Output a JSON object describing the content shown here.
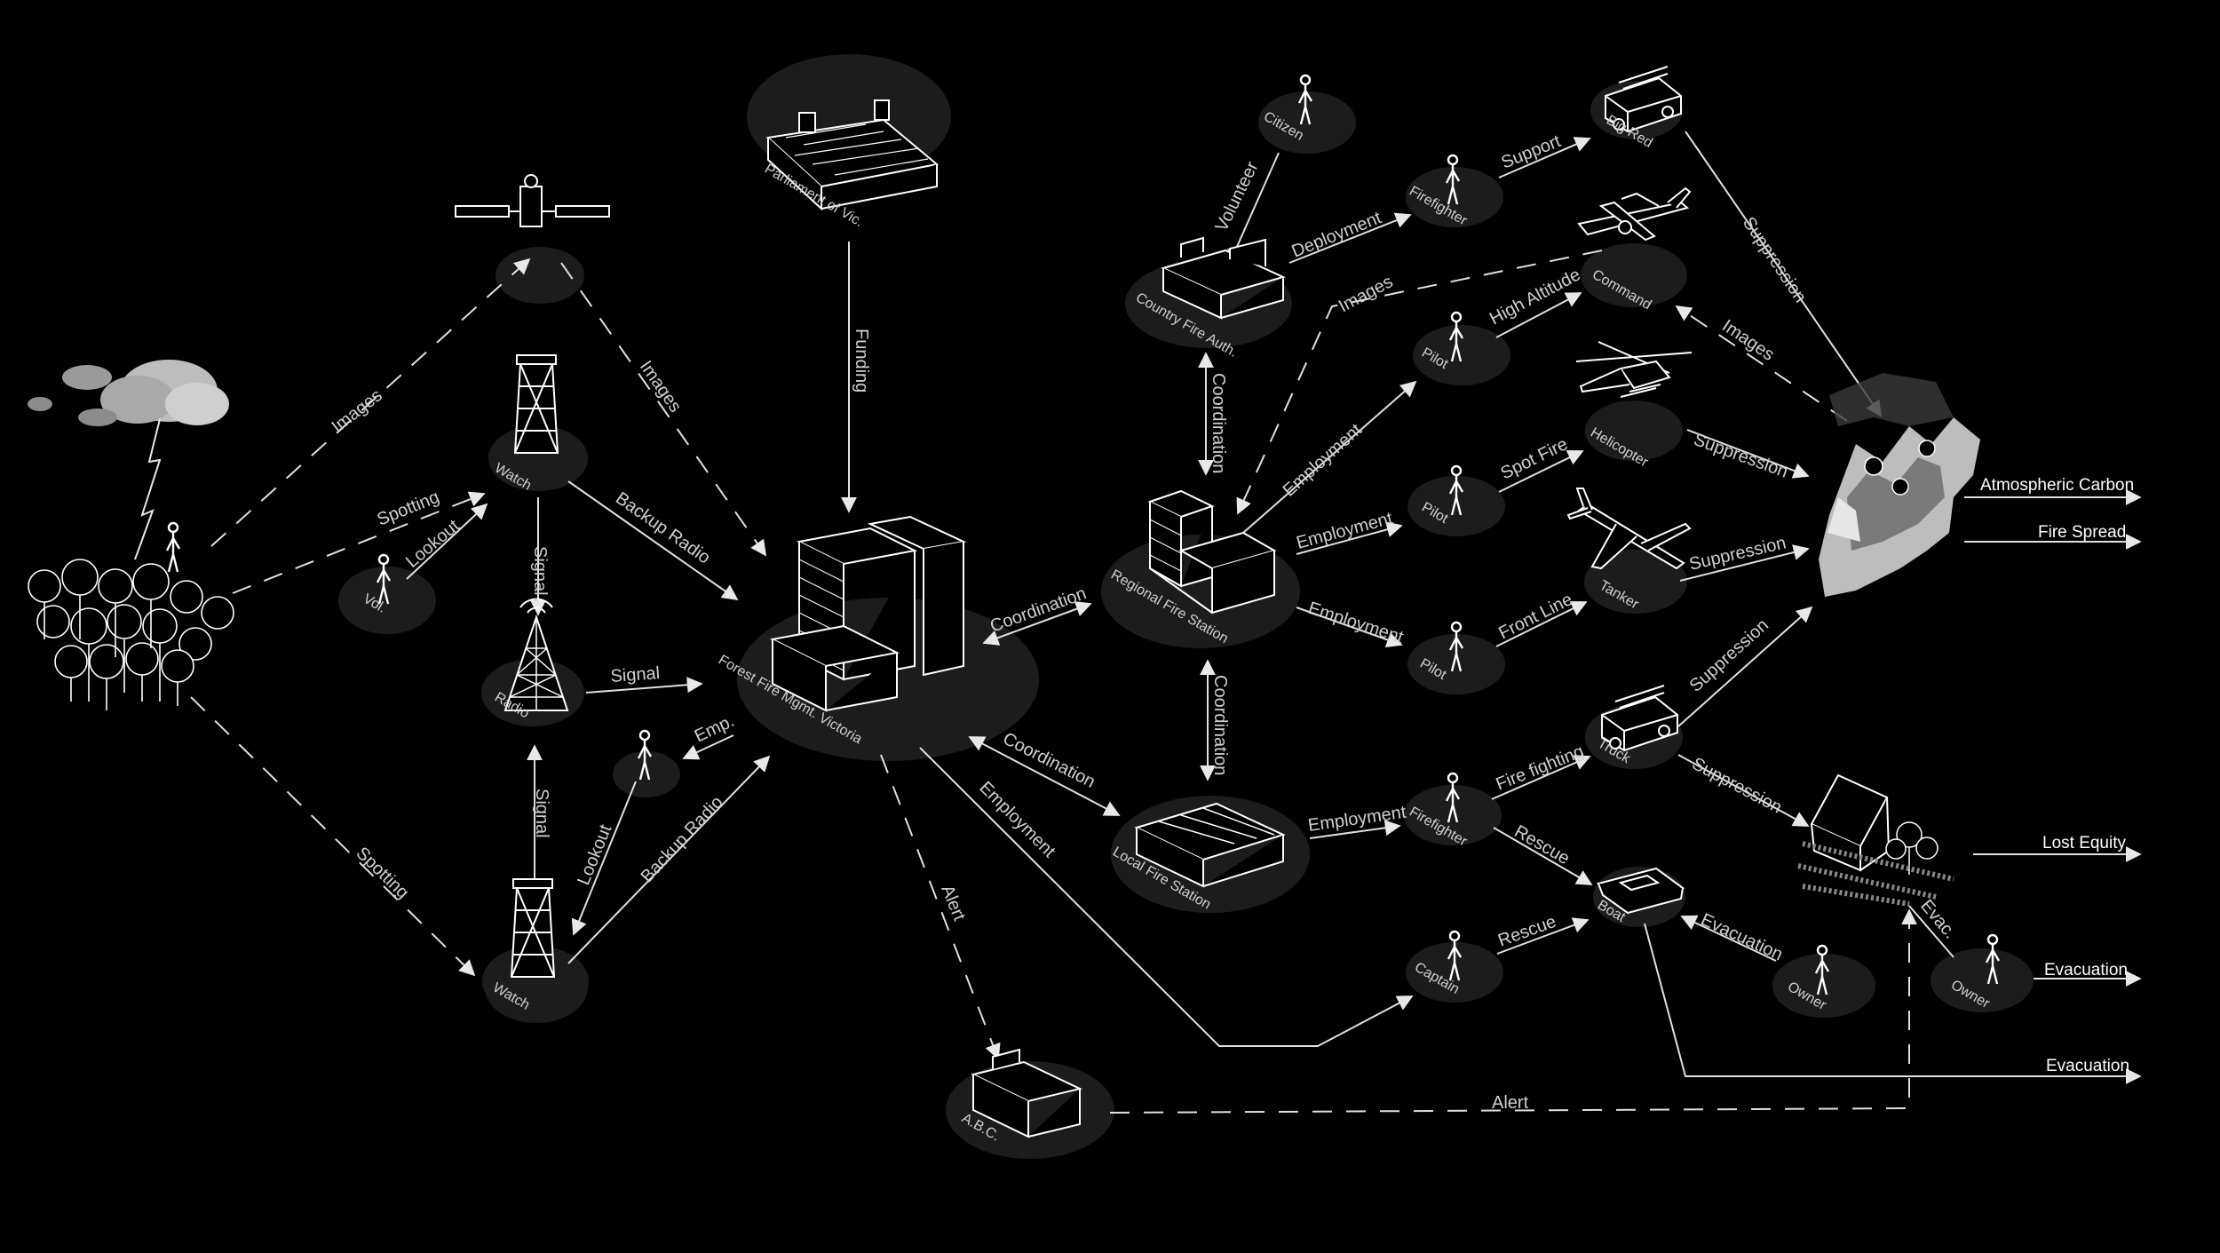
{
  "nodes": {
    "parliament": "Parliament of Vic.",
    "watch_top": "Watch",
    "vol": "Vol.",
    "radio": "Radio",
    "watch_bottom": "Watch",
    "emp_person": "",
    "ffmv": "Forest Fire Mgmt. Victoria",
    "abc": "A.B.C.",
    "citizen": "Citizen",
    "cfa": "Country Fire Auth.",
    "regional": "Regional Fire Station",
    "local": "Local Fire Station",
    "ff_top": "Firefighter",
    "pilot_high": "Pilot",
    "pilot_spot": "Pilot",
    "pilot_front": "Pilot",
    "ff_local": "Firefighter",
    "captain": "Captain",
    "big_red": "Big Red",
    "command": "Command",
    "helicopter": "Helicopter",
    "tanker": "Tanker",
    "truck": "Truck",
    "boat": "Boat",
    "owner_left": "Owner",
    "owner_right": "Owner"
  },
  "edges": {
    "images_sat": "Images",
    "images_ffmv": "Images",
    "spotting_top": "Spotting",
    "lookout_top": "Lookout",
    "backup_radio_top": "Backup Radio",
    "signal_top": "Signal",
    "signal_right": "Signal",
    "signal_bottom": "Signal",
    "emp": "Emp.",
    "lookout_bottom": "Lookout",
    "backup_radio_bottom": "Backup Radio",
    "spotting_bottom": "Spotting",
    "funding": "Funding",
    "coordination_regional": "Coordination",
    "coordination_local": "Coordination",
    "employment_captain": "Employment",
    "alert_abc": "Alert",
    "alert_bottom": "Alert",
    "volunteer": "Volunteer",
    "deployment": "Deployment",
    "coordination_cfa": "Coordination",
    "coordination_reg_local": "Coordination",
    "images_command": "Images",
    "employment_high": "Employment",
    "employment_spot": "Employment",
    "employment_front": "Employment",
    "employment_local": "Employment",
    "support": "Support",
    "high_altitude": "High Altitude",
    "spot_fire": "Spot Fire",
    "front_line": "Front Line",
    "fire_fighting": "Fire fighting",
    "rescue_boat": "Rescue",
    "rescue_captain": "Rescue",
    "suppression_bigred": "Suppression",
    "images_fire": "Images",
    "suppression_heli": "Suppression",
    "suppression_tanker": "Suppression",
    "suppression_truck": "Suppression",
    "suppression_house": "Suppression",
    "evacuation_owner": "Evacuation",
    "evac_owner2": "Evac."
  },
  "outputs": {
    "atmospheric_carbon": "Atmospheric Carbon",
    "fire_spread": "Fire Spread",
    "lost_equity": "Lost Equity",
    "evacuation_right": "Evacuation",
    "evacuation_bottom": "Evacuation"
  },
  "colors": {
    "background": "#000000",
    "line": "#e0e0e0",
    "disc": "#1c1c1c",
    "text": "#d0d0d0"
  },
  "icons": [
    "storm-cloud-icon",
    "lightning-icon",
    "forest-icon",
    "satellite-icon",
    "watch-tower-icon",
    "radio-tower-icon",
    "parliament-building-icon",
    "office-tower-icon",
    "fire-station-icon",
    "fire-truck-icon",
    "aircraft-icon",
    "helicopter-icon",
    "tanker-plane-icon",
    "boat-icon",
    "house-icon",
    "fire-front-icon",
    "person-icon"
  ]
}
